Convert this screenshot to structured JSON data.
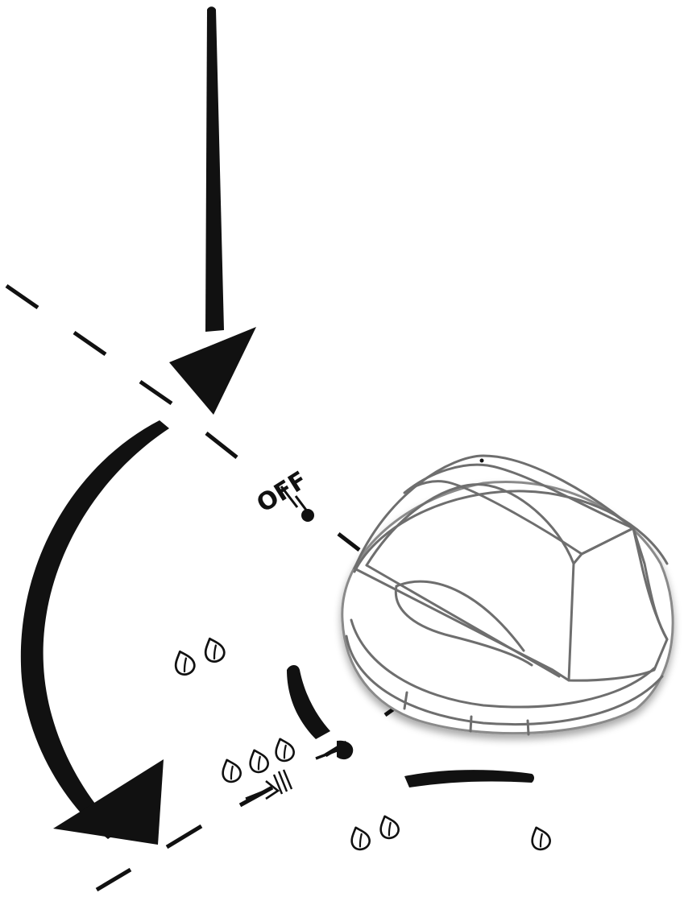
{
  "diagram": {
    "off_label": "OFF",
    "colors": {
      "ink": "#111111",
      "knob_outline": "#6e6e6e",
      "knob_shadow": "#8a8a8a",
      "background": "#ffffff"
    },
    "icons": {
      "push_arrow": "down-arrow-icon",
      "turn_arrow": "curved-arrow-icon",
      "flame": "flame-icon",
      "ignition": "ignition-spark-icon",
      "knob": "control-knob-icon"
    },
    "flame_groups": [
      {
        "name": "flame-group-medium",
        "flames": 2
      },
      {
        "name": "flame-group-max",
        "flames": 3
      },
      {
        "name": "flame-group-medium-lower",
        "flames": 2
      },
      {
        "name": "flame-group-min",
        "flames": 1
      }
    ]
  }
}
